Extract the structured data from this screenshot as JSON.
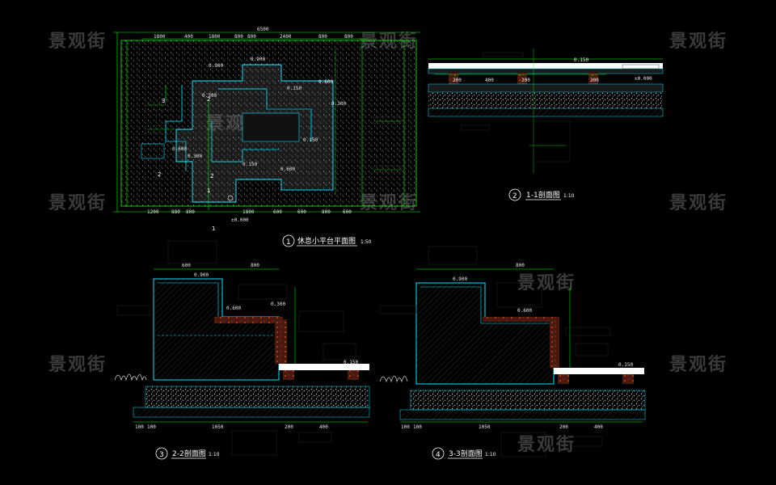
{
  "watermark": "景观街",
  "colors": {
    "background": "#000000",
    "dimension": "#00ff00",
    "outline": "#00e5ff",
    "hatch": "#7a7a7a",
    "text": "#e8e8e8",
    "watermark": "#3a3a3a"
  },
  "views": [
    {
      "id": "plan",
      "number": "1",
      "title": "休息小平台平面图",
      "scale": "1:50",
      "dims_top": [
        "1800",
        "400",
        "1800",
        "800",
        "800",
        "2400",
        "800",
        "800"
      ],
      "dims_bottom": [
        "1200",
        "880",
        "800",
        "1800",
        "600",
        "600",
        "800",
        "600"
      ],
      "overall": "6500",
      "elevations": [
        "0.900",
        "0.600",
        "0.300",
        "0.150",
        "±0.000"
      ]
    },
    {
      "id": "section-1",
      "number": "2",
      "title": "1-1剖面图",
      "scale": "1:10",
      "dims": [
        "200",
        "400",
        "200",
        "200"
      ],
      "elevations": [
        "0.150",
        "±0.000"
      ]
    },
    {
      "id": "section-2",
      "number": "3",
      "title": "2-2剖面图",
      "scale": "1:10",
      "dims": [
        "100",
        "100",
        "1050",
        "200",
        "400"
      ],
      "top": [
        "600",
        "800"
      ],
      "elevations": [
        "0.900",
        "0.600",
        "0.300",
        "0.150"
      ]
    },
    {
      "id": "section-3",
      "number": "4",
      "title": "3-3剖面图",
      "scale": "1:10",
      "dims": [
        "100",
        "100",
        "1050",
        "200",
        "400"
      ],
      "top": [
        "800"
      ],
      "elevations": [
        "0.900",
        "0.600",
        "0.150"
      ]
    }
  ]
}
